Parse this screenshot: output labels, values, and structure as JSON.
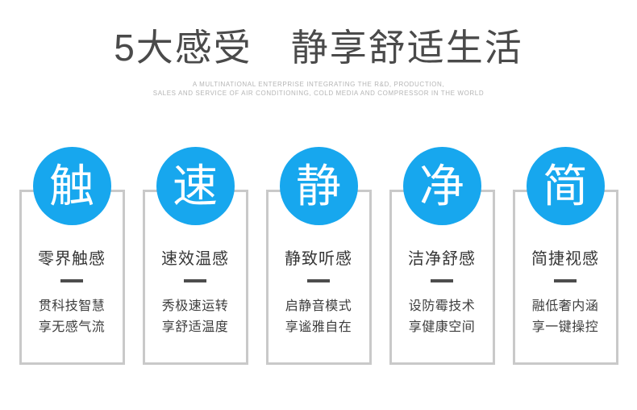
{
  "header": {
    "title": "5大感受　静享舒适生活",
    "subtitle_line1": "A MULTINATIONAL ENTERPRISE INTEGRATING THE R&D, PRODUCTION,",
    "subtitle_line2": "SALES AND SERVICE OF AIR CONDITIONING, COLD MEDIA AND COMPRESSOR IN THE WORLD"
  },
  "colors": {
    "accent_blue": "#17a7ee",
    "card_border": "#c9c9c9",
    "divider_dark": "#4d4d4d",
    "title_gray": "#4a4a4a",
    "subtitle_gray": "#b5b5b5",
    "body_text": "#3d3d3d"
  },
  "features": [
    {
      "icon_char": "触",
      "title": "零界触感",
      "line1": "贯科技智慧",
      "line2": "享无感气流"
    },
    {
      "icon_char": "速",
      "title": "速效温感",
      "line1": "秀极速运转",
      "line2": "享舒适温度"
    },
    {
      "icon_char": "静",
      "title": "静致听感",
      "line1": "启静音模式",
      "line2": "享谧雅自在"
    },
    {
      "icon_char": "净",
      "title": "洁净舒感",
      "line1": "设防霉技术",
      "line2": "享健康空间"
    },
    {
      "icon_char": "简",
      "title": "简捷视感",
      "line1": "融低奢内涵",
      "line2": "享一键操控"
    }
  ]
}
